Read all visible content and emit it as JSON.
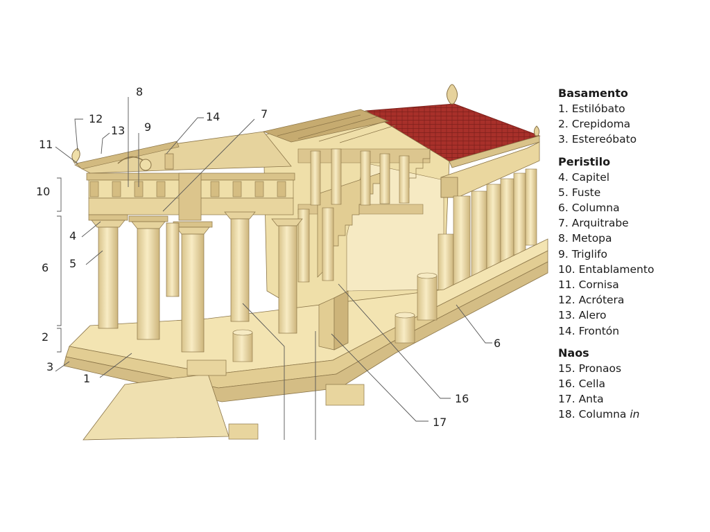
{
  "callouts": {
    "n1": "1",
    "n2": "2",
    "n3": "3",
    "n4": "4",
    "n5": "5",
    "n6": "6",
    "n6b": "6",
    "n7": "7",
    "n8": "8",
    "n9": "9",
    "n10": "10",
    "n11": "11",
    "n12": "12",
    "n13": "13",
    "n14": "14",
    "n16": "16",
    "n17": "17"
  },
  "legend": {
    "sections": [
      {
        "title": "Basamento",
        "items": [
          "1. Estilóbato",
          "2. Crepidoma",
          "3. Estereóbato"
        ]
      },
      {
        "title": "Peristilo",
        "items": [
          "4. Capitel",
          "5. Fuste",
          "6. Columna",
          "7. Arquitrabe",
          "8. Metopa",
          "9. Triglifo",
          "10. Entablamento",
          "11. Cornisa",
          "12. Acrótera",
          "13. Alero",
          "14. Frontón"
        ]
      },
      {
        "title": "Naos",
        "items": [
          "15. Pronaos",
          "16. Cella",
          "17. Anta"
        ],
        "last_prefix": "18. Columna ",
        "last_italic": "in"
      }
    ]
  },
  "colors": {
    "stone": "#f2e2ad",
    "stone_dark": "#d9c38a",
    "stone_shadow": "#c9b078",
    "roof": "#a8302a",
    "outline": "#8a7447",
    "leader": "#555555"
  }
}
